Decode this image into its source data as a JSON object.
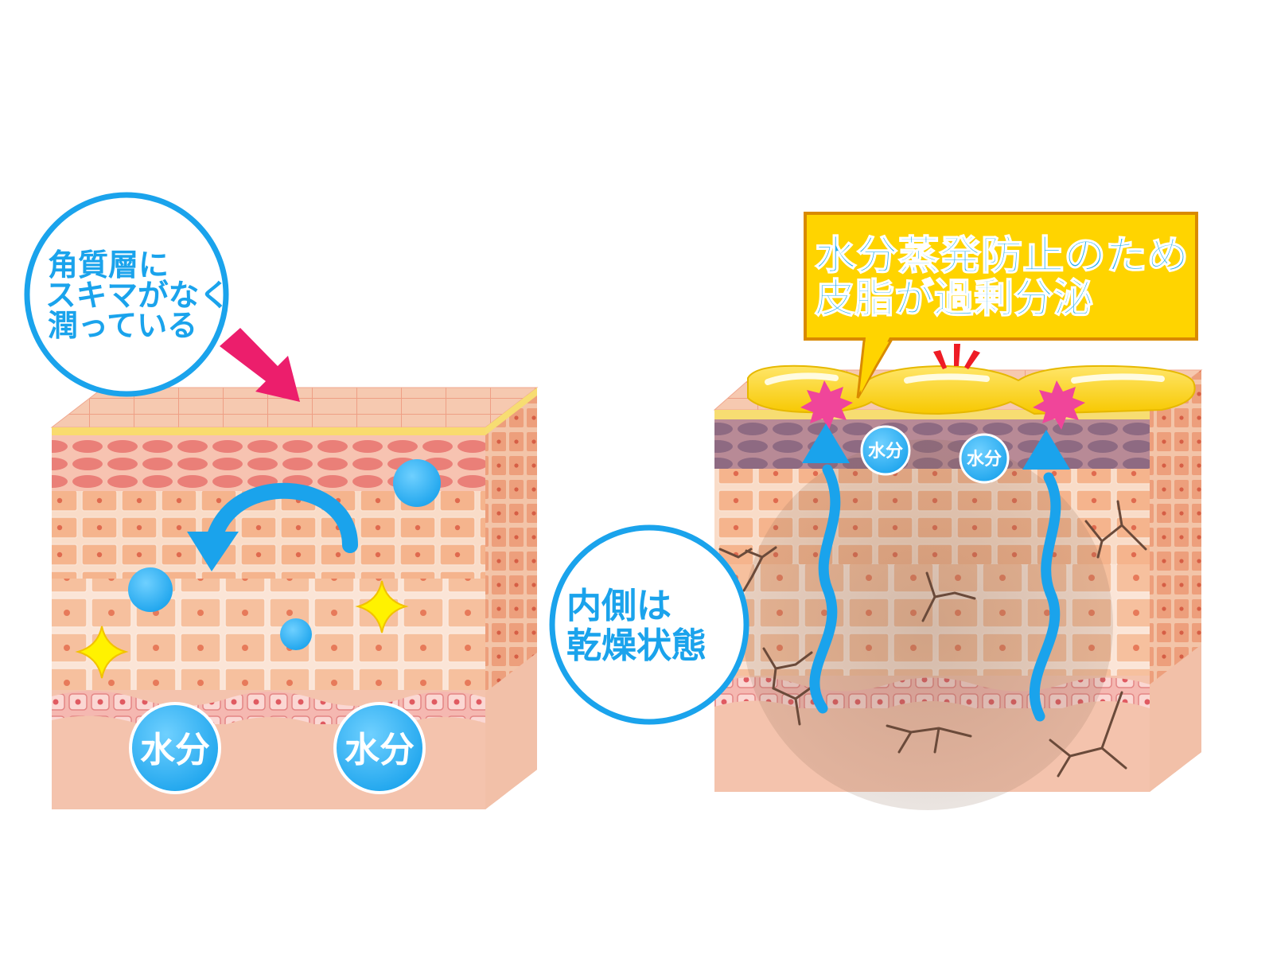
{
  "left_panel": {
    "callout_lines": [
      "角質層に",
      "スキマがなく",
      "潤っている"
    ],
    "water_labels": [
      "水分",
      "水分"
    ]
  },
  "right_panel": {
    "banner_lines": [
      "水分蒸発防止のため",
      "皮脂が過剰分泌"
    ],
    "callout_lines": [
      "内側は",
      "乾燥状態"
    ],
    "water_labels": [
      "水分",
      "水分"
    ]
  },
  "colors": {
    "accent_blue": "#1aa3ec",
    "water_blue": "#45bdf5",
    "arrow_pink": "#ec1e6c",
    "sebum_yellow": "#ffd400",
    "banner_yellow": "#ffd400",
    "skin_pink": "#f4c3ad",
    "crack_brown": "#6a4a3a"
  }
}
